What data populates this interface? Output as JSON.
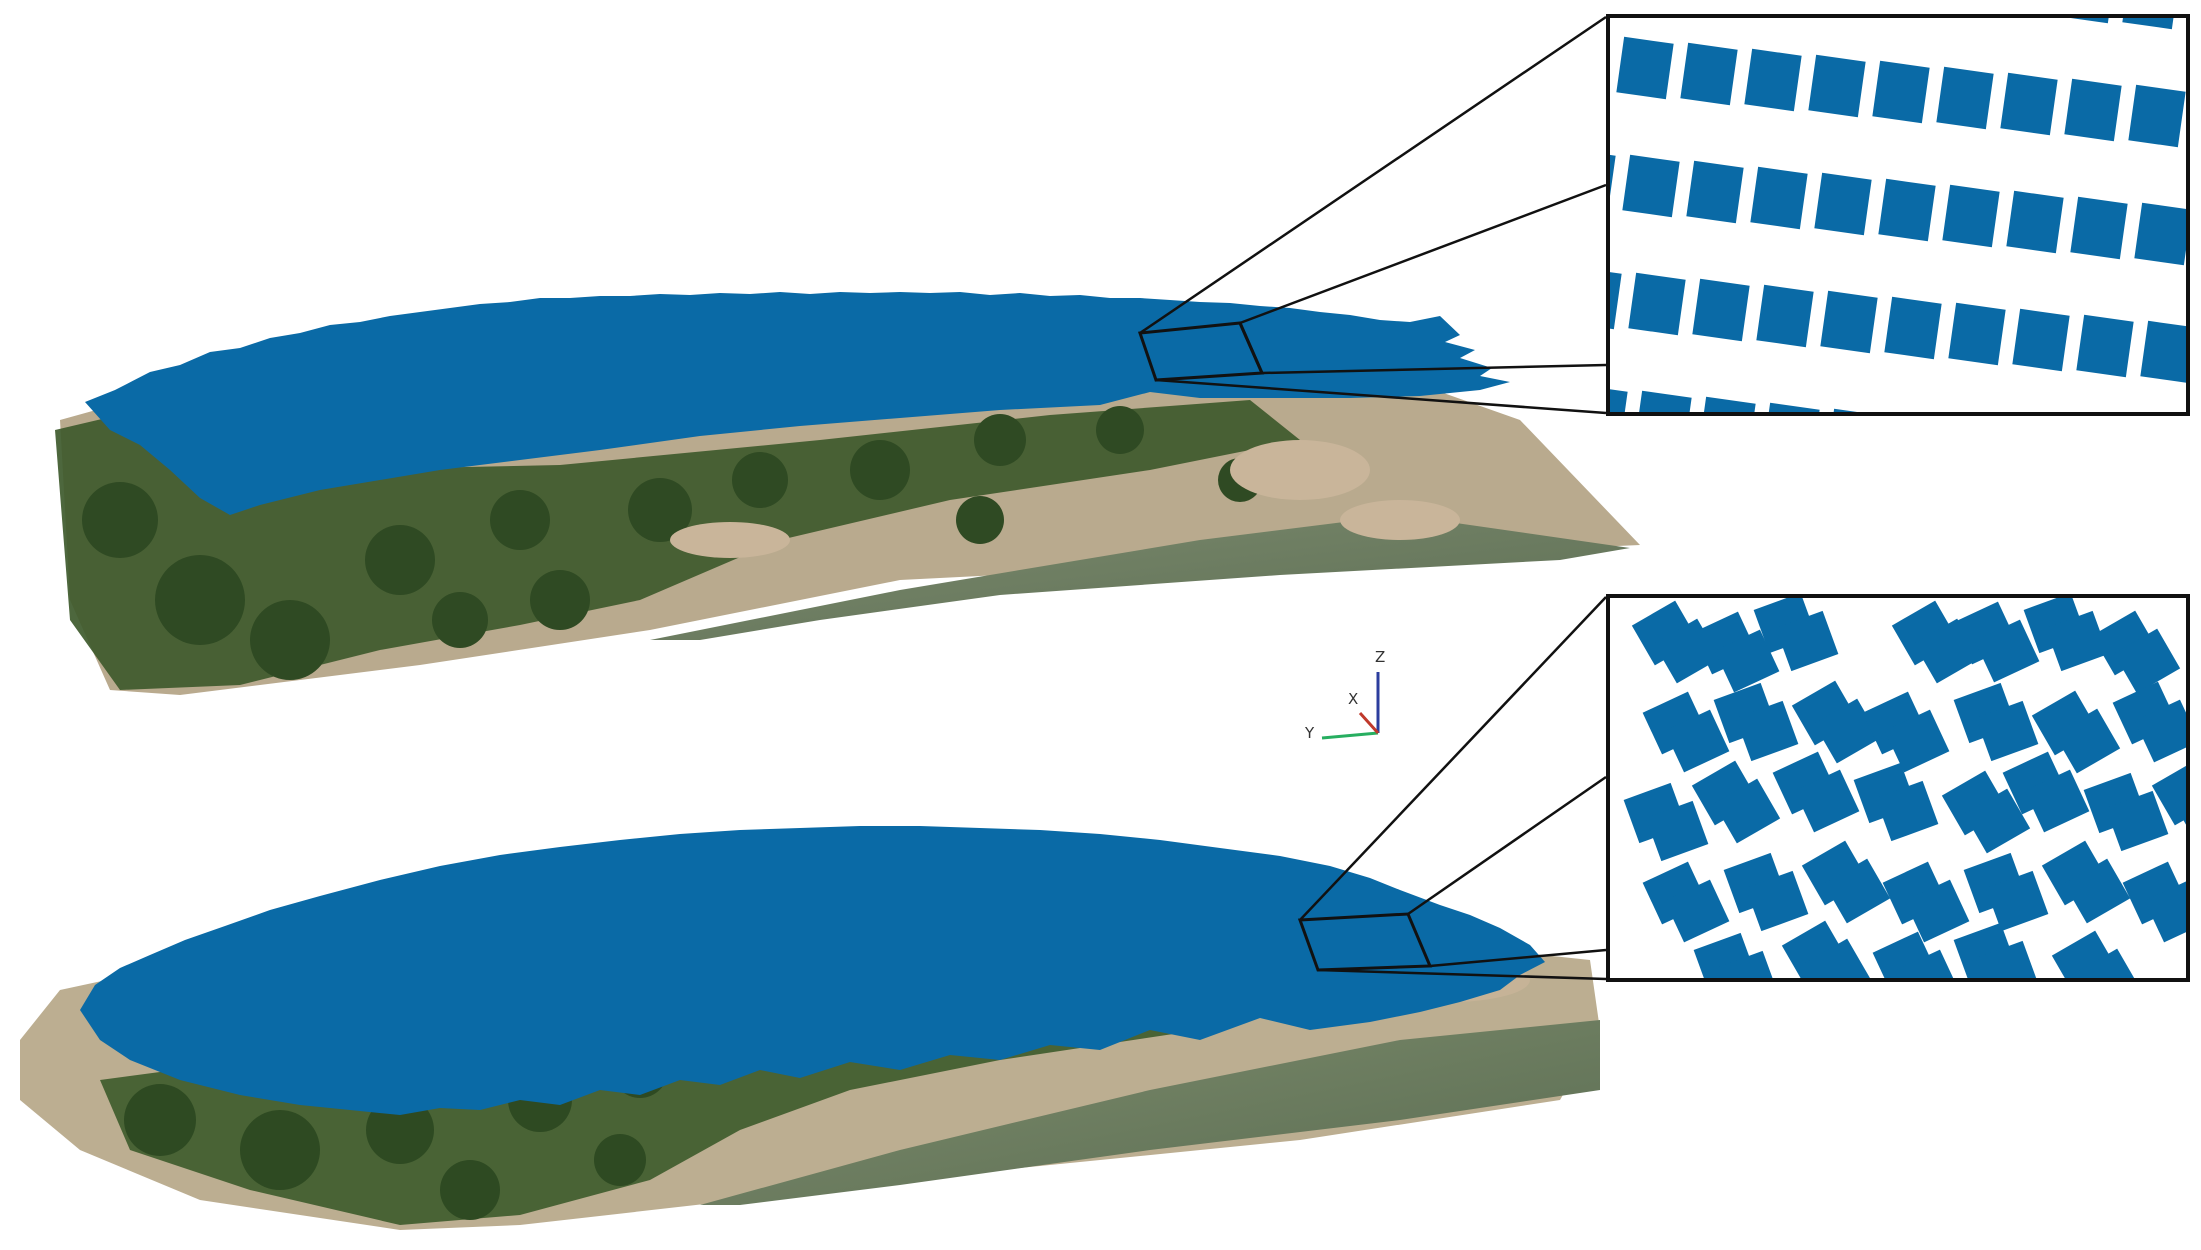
{
  "colors": {
    "background": "#ffffff",
    "camera_blue": "#0a6aa6",
    "terrain_vegetation": "#3d5a2c",
    "terrain_soil": "#b8a88c",
    "water_green": "#6d7d63",
    "outline": "#111111",
    "axis_x": "#c0392b",
    "axis_y": "#27ae60",
    "axis_z": "#2c3e9e"
  },
  "axis_gizmo": {
    "x_label": "X",
    "y_label": "Y",
    "z_label": "Z"
  },
  "panels": [
    {
      "name": "top-reconstruction",
      "camera_layout": "regular-grid"
    },
    {
      "name": "bottom-reconstruction",
      "camera_layout": "clustered-overlapping"
    }
  ]
}
